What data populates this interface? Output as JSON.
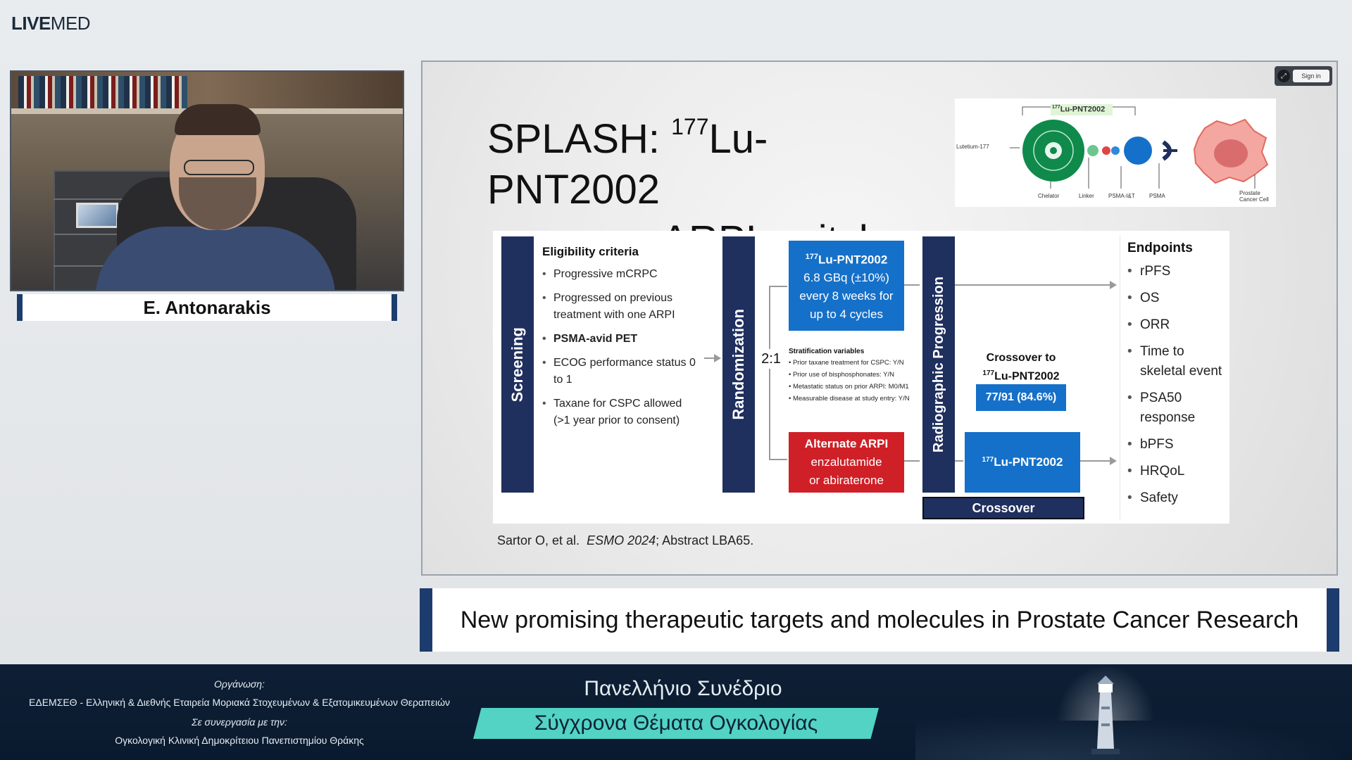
{
  "logo": {
    "live": "LIVE",
    "med": "MED"
  },
  "speaker": {
    "name": "E. Antonarakis"
  },
  "zoom": {
    "signin": "Sign in"
  },
  "slide": {
    "title_prefix": "SPLASH: ",
    "title_sup": "177",
    "title_line1_rest": "Lu-PNT2002",
    "title_line2": "vs. ARPI switch",
    "mechanism": {
      "top_label_sup": "177",
      "top_label": "Lu-PNT2002",
      "lutetium": "Lutetium-177",
      "chelator": "Chelator",
      "linker": "Linker",
      "psma_it": "PSMA-I&T",
      "psma": "PSMA",
      "prostate_cell": "Prostate",
      "prostate_cell2": "Cancer Cell"
    },
    "design": {
      "screening": "Screening",
      "eligibility_title": "Eligibility criteria",
      "eligibility": [
        "Progressive mCRPC",
        "Progressed on previous treatment with one ARPI",
        "PSMA-avid PET",
        "ECOG performance status 0 to 1",
        "Taxane for CSPC allowed (>1 year prior to consent)"
      ],
      "randomization": "Randomization",
      "ratio": "2:1",
      "arm1_sup": "177",
      "arm1_title": "Lu-PNT2002",
      "arm1_line1": "6.8 GBq (±10%)",
      "arm1_line2": "every 8 weeks for",
      "arm1_line3": "up to 4 cycles",
      "strat_title": "Stratification variables",
      "strat": [
        "Prior taxane treatment for CSPC: Y/N",
        "Prior use of bisphosphonates: Y/N",
        "Metastatic status on prior ARPI: M0/M1",
        "Measurable disease at study entry: Y/N"
      ],
      "arm2_title": "Alternate ARPI",
      "arm2_line1": "enzalutamide",
      "arm2_line2": "or abiraterone",
      "radiographic": "Radiographic Progression",
      "crossover_label1": "Crossover to",
      "crossover_sup": "177",
      "crossover_label2": "Lu-PNT2002",
      "crossover_count": "77/91 (84.6%)",
      "crossover_arm_sup": "177",
      "crossover_arm": "Lu-PNT2002",
      "crossover_bar": "Crossover",
      "endpoints_title": "Endpoints",
      "endpoints": [
        "rPFS",
        "OS",
        "ORR",
        "Time to skeletal event",
        "PSA50 response",
        "bPFS",
        "HRQoL",
        "Safety"
      ]
    },
    "citation_author": "Sartor O, et al.",
    "citation_journal": "ESMO 2024",
    "citation_rest": ";  Abstract LBA65."
  },
  "session_title": "New promising therapeutic targets and molecules in Prostate Cancer Research",
  "footer": {
    "org_label": "Οργάνωση:",
    "org_name": "ΕΔΕΜΣΕΘ - Ελληνική & Διεθνής Εταιρεία Μοριακά Στοχευμένων & Εξατομικευμένων Θεραπειών",
    "collab_label": "Σε συνεργασία με την:",
    "collab_name": "Ογκολογική Κλινική Δημοκρίτειου Πανεπιστημίου Θράκης",
    "event_name": "Πανελλήνιο Συνέδριο",
    "event_theme": "Σύγχρονα Θέματα Ογκολογίας"
  },
  "colors": {
    "navy": "#1f2f5e",
    "blue_arm": "#1570c9",
    "red_arm": "#cf2027",
    "teal_banner": "#52d3c4",
    "footer_bg": "#0e1f35"
  },
  "icons": [
    "zoom-control-icon",
    "lighthouse-icon"
  ]
}
